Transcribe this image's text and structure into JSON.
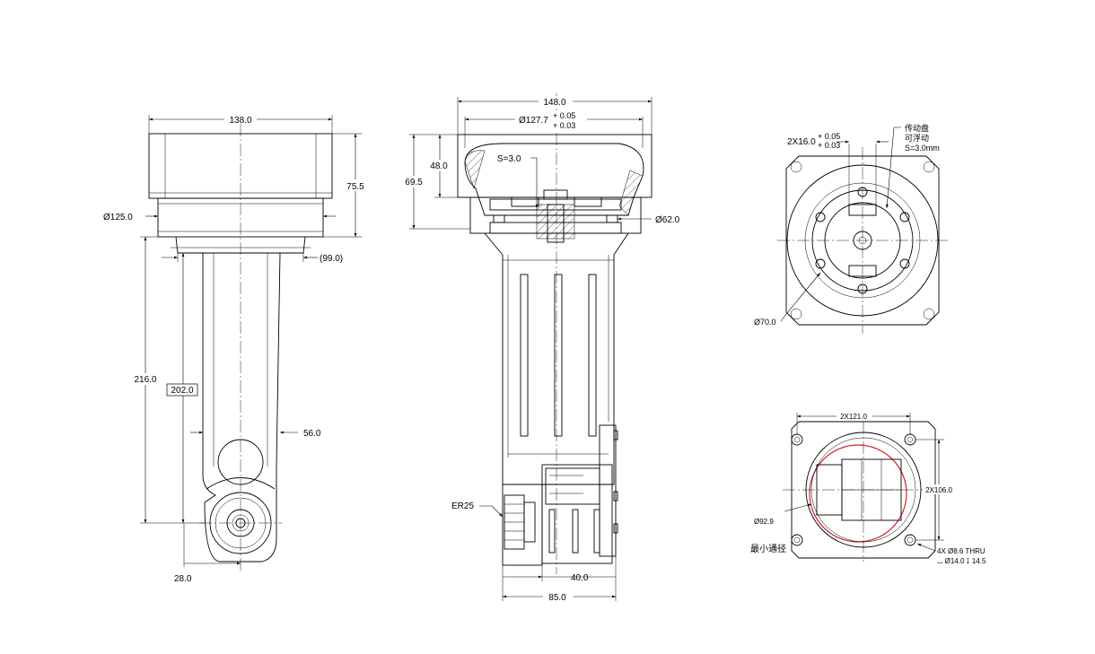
{
  "views": {
    "front": {
      "width": "138.0",
      "height_top": "75.5",
      "diameter_ring": "Ø125.0",
      "offset_ref": "(99.0)",
      "length_total": "216.0",
      "length_basic": "202.0",
      "arm_width": "56.0",
      "bottom": "28.0"
    },
    "section": {
      "width": "148.0",
      "bore": "Ø127.7",
      "tol_upper": "+ 0.05",
      "tol_lower": "+ 0.03",
      "height_48": "48.0",
      "height_69": "69.5",
      "float": "S=3.0",
      "diameter_62": "Ø62.0",
      "collet": "ER25",
      "width_40": "40.0",
      "width_85": "85.0"
    },
    "top_view": {
      "slots": "2X16.0",
      "tol_upper": "+ 0.05",
      "tol_lower": "+ 0.03",
      "note_line1": "传动盘",
      "note_line2": "可浮动",
      "note_line3": "S=3.0mm",
      "diameter_70": "Ø70.0"
    },
    "bottom_view": {
      "pitch_x": "2X121.0",
      "pitch_y": "2X106.0",
      "diameter_92": "Ø92.9",
      "min_bore": "最小通径",
      "holes_line1": "4X Ø8.6 THRU",
      "holes_line2": "⌴ Ø14.0 ↧ 14.5"
    }
  }
}
